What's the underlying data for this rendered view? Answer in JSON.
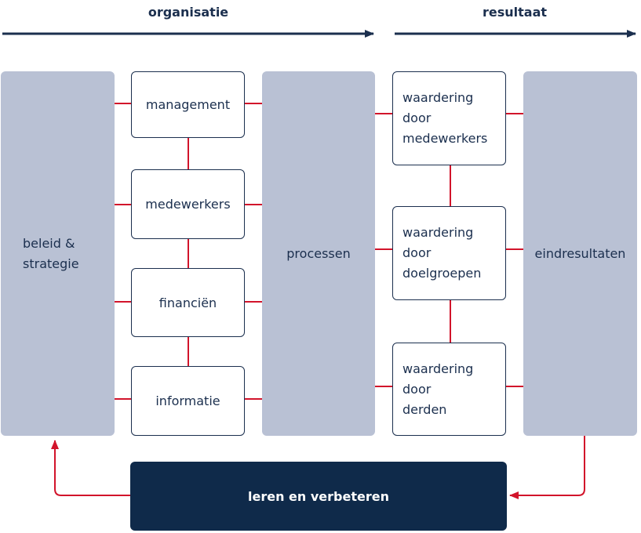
{
  "headers": {
    "organisatie": "organisatie",
    "resultaat": "resultaat"
  },
  "columns": {
    "beleid": "beleid &\nstrategie",
    "processen": "processen",
    "eindresultaten": "eindresultaten"
  },
  "org_boxes": [
    "management",
    "medewerkers",
    "financiën",
    "informatie"
  ],
  "result_boxes": [
    "waardering\ndoor\nmedewerkers",
    "waardering\ndoor\ndoelgroepen",
    "waardering\ndoor\nderden"
  ],
  "bottom_label": "leren en verbeteren",
  "colors": {
    "navy": "#1b2f4e",
    "dark_navy": "#0f2a4a",
    "column_fill": "#b9c1d4",
    "connector": "#d2142b"
  }
}
